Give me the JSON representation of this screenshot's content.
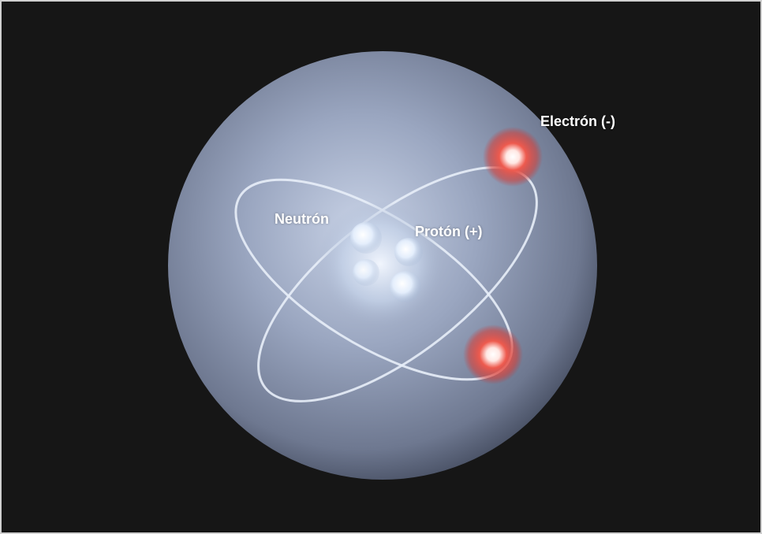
{
  "labels": {
    "electron": "Electrón (-)",
    "neutron": "Neutrón",
    "proton": "Protón (+)"
  },
  "colors": {
    "background": "#161616",
    "frame_border": "#cfcfcf",
    "atom_sphere": "#8c98b4",
    "orbit": "#e8eef8",
    "electron_glow": "#e8463c",
    "nucleus": "#d8e4f4",
    "label_text": "#ffffff"
  }
}
